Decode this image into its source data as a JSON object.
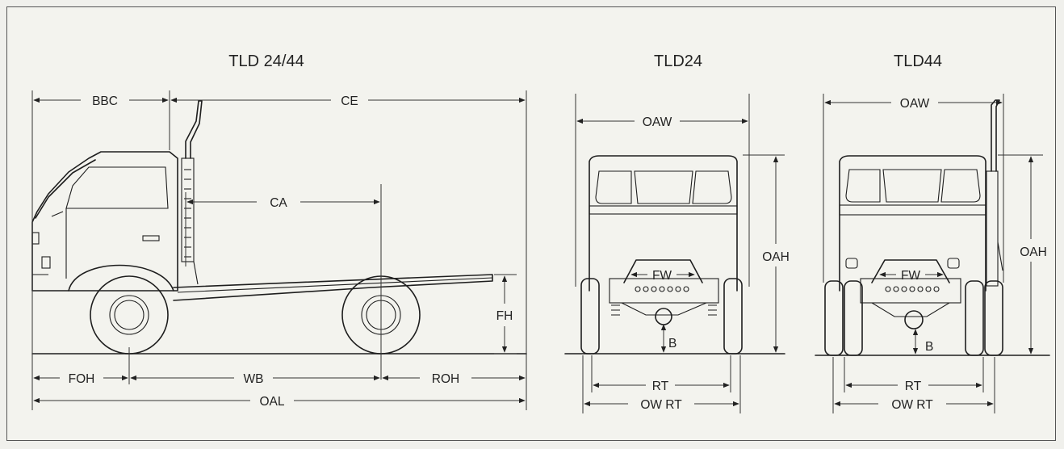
{
  "titles": {
    "side": "TLD 24/44",
    "front24": "TLD24",
    "front44": "TLD44"
  },
  "side_labels": {
    "bbc": "BBC",
    "ce": "CE",
    "ca": "CA",
    "fh": "FH",
    "foh": "FOH",
    "wb": "WB",
    "roh": "ROH",
    "oal": "OAL"
  },
  "front24_labels": {
    "oaw": "OAW",
    "oah": "OAH",
    "fw": "FW",
    "b": "B",
    "rt": "RT",
    "owrt": "OW RT"
  },
  "front44_labels": {
    "oaw": "OAW",
    "oah": "OAH",
    "fw": "FW",
    "b": "B",
    "rt": "RT",
    "owrt": "OW RT"
  }
}
